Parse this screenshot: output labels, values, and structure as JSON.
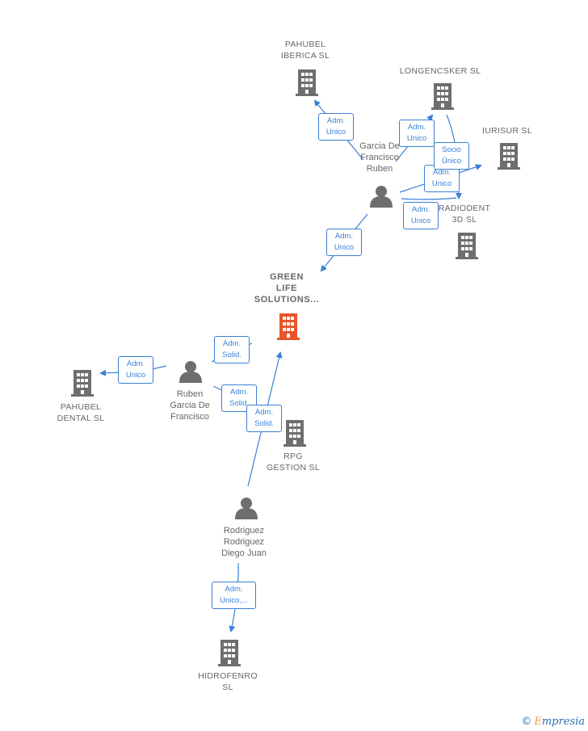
{
  "colors": {
    "edge": "#3a7fd5",
    "node": "#6e6e6e",
    "focus": "#e8552a"
  },
  "nodes": {
    "pahubel_iberica": {
      "label": "PAHUBEL\nIBERICA  SL"
    },
    "longencsker": {
      "label": "LONGENCSKER SL"
    },
    "iurisur": {
      "label": "IURISUR  SL"
    },
    "radiodent": {
      "label": "RADIODENT\n3D  SL"
    },
    "garcia_de_francisco_ruben": {
      "label": "Garcia De\nFrancisco\nRuben"
    },
    "green_life": {
      "label": "GREEN\nLIFE\nSOLUTIONS..."
    },
    "pahubel_dental": {
      "label": "PAHUBEL\nDENTAL  SL"
    },
    "ruben_garcia_de_francisco": {
      "label": "Ruben\nGarcia De\nFrancisco"
    },
    "rpg_gestion": {
      "label": "RPG\nGESTION  SL"
    },
    "rodriguez": {
      "label": "Rodriguez\nRodriguez\nDiego Juan"
    },
    "hidrofenro": {
      "label": "HIDROFENRO\nSL"
    }
  },
  "edges": {
    "e1": [
      "Adm.",
      "Unico"
    ],
    "e2": [
      "Adm.",
      "Unico"
    ],
    "e3": [
      "Socio",
      "Único"
    ],
    "e4": [
      "Adm.",
      "Unico"
    ],
    "e5": [
      "Adm.",
      "Unico"
    ],
    "e6": [
      "Adm.",
      "Unico"
    ],
    "e7": [
      "Adm.",
      "Solid."
    ],
    "e8": [
      "Adm.",
      "Unico"
    ],
    "e9": [
      "Adm.",
      "Solid."
    ],
    "e10": [
      "Adm.",
      "Solid."
    ],
    "e11": [
      "Adm.",
      "Unico,..."
    ]
  },
  "watermark": {
    "symbol": "©",
    "initial": "E",
    "rest": "mpresia"
  }
}
